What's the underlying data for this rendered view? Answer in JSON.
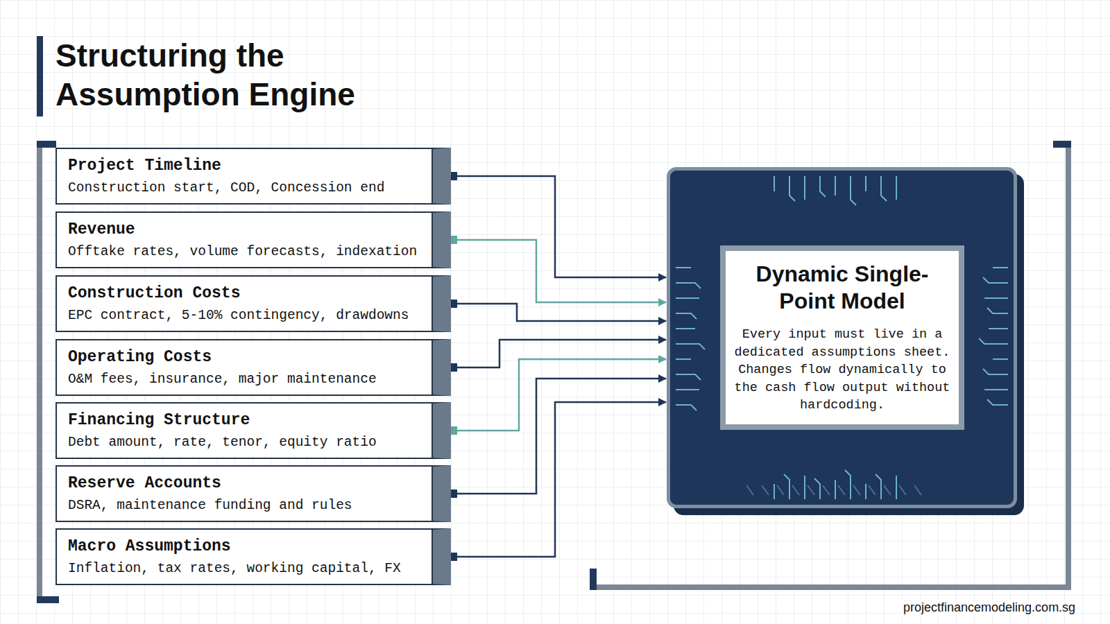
{
  "diagram": {
    "title": "Structuring the Assumption Engine",
    "nodes": [
      {
        "text": [
          "Project Timeline",
          "Construction start, COD, Concession end"
        ]
      },
      {
        "text": [
          "Revenue",
          "Offtake rates, volume forecasts, indexation"
        ]
      },
      {
        "text": [
          "Construction Costs",
          "EPC contract, 5-10% contingency, drawdowns"
        ]
      },
      {
        "text": [
          "Operating Costs",
          "O&M fees, insurance, major maintenance"
        ]
      },
      {
        "text": [
          "Financing Structure",
          "Debt amount, rate, tenor, equity ratio"
        ]
      },
      {
        "text": [
          "Reserve Accounts",
          "DSRA, maintenance funding and rules"
        ]
      },
      {
        "text": [
          "Macro Assumptions",
          "Inflation, tax rates, working capital, FX"
        ]
      },
      {
        "text": [
          "Dynamic Single-Point Model",
          "Every input must live in a dedicated assumptions sheet. Changes flow dynamically to the cash flow output without hardcoding."
        ]
      }
    ],
    "edges": [
      {
        "from": 0,
        "to": 7,
        "arrow": "to"
      },
      {
        "from": 1,
        "to": 7,
        "arrow": "to"
      },
      {
        "from": 2,
        "to": 7,
        "arrow": "to"
      },
      {
        "from": 3,
        "to": 7,
        "arrow": "to"
      },
      {
        "from": 4,
        "to": 7,
        "arrow": "to"
      },
      {
        "from": 5,
        "to": 7,
        "arrow": "to"
      },
      {
        "from": 6,
        "to": 7,
        "arrow": "to"
      }
    ],
    "labels": [
      "projectfinancemodeling.com.sg"
    ]
  }
}
